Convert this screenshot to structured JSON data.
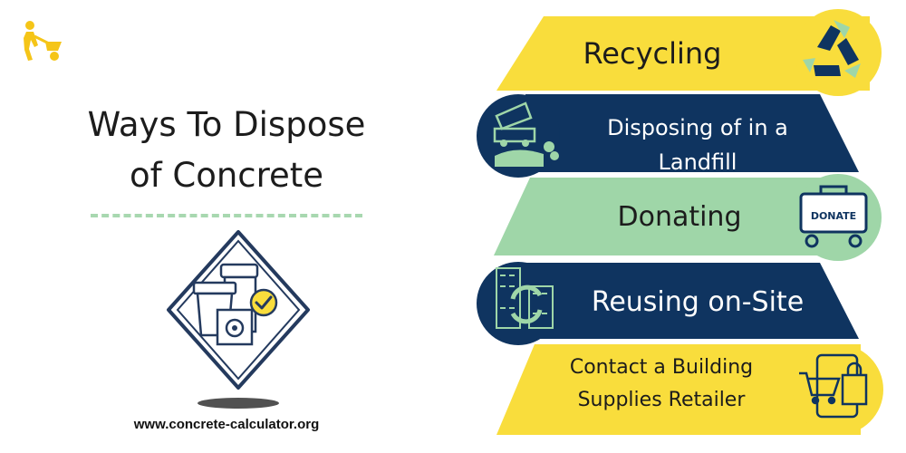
{
  "colors": {
    "yellow": "#f9dd3c",
    "navy": "#0f3460",
    "mint": "#9fd6a8",
    "ink": "#1c1c1c",
    "dash": "#a8d8b0"
  },
  "brand": {
    "logo_icon": "wheelbarrow-worker-icon"
  },
  "title": {
    "line1": "Ways To Dispose",
    "line2": "of Concrete"
  },
  "illustration": {
    "icon": "hazard-bins-icon",
    "badge_icon": "checkmark-icon"
  },
  "footer": {
    "website": "www.concrete-calculator.org"
  },
  "steps": [
    {
      "label": "Recycling",
      "icon": "recycle-icon",
      "color": "#f9dd3c"
    },
    {
      "label_line1": "Disposing of in a",
      "label_line2": "Landfill",
      "icon": "dump-truck-icon",
      "color": "#0f3460"
    },
    {
      "label": "Donating",
      "icon": "donate-box-icon",
      "icon_text": "DONATE",
      "color": "#9fd6a8"
    },
    {
      "label": "Reusing on-Site",
      "icon": "building-reuse-icon",
      "color": "#0f3460"
    },
    {
      "label_line1": "Contact a Building",
      "label_line2": "Supplies Retailer",
      "icon": "shopping-retail-icon",
      "color": "#f9dd3c"
    }
  ]
}
